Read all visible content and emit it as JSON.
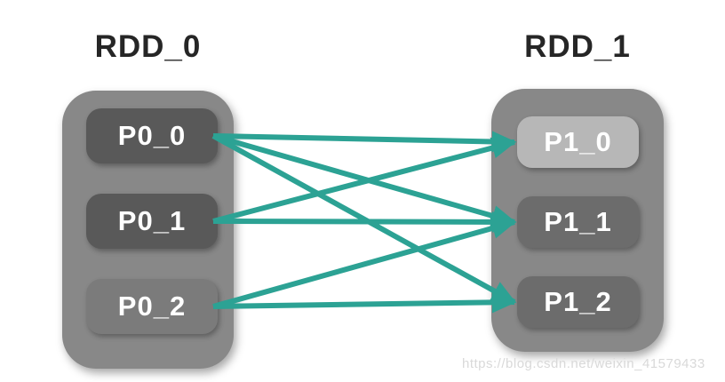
{
  "diagram": {
    "rdds": [
      {
        "title": "RDD_0",
        "partitions": [
          {
            "id": "P0_0",
            "label": "P0_0",
            "variant": "dark"
          },
          {
            "id": "P0_1",
            "label": "P0_1",
            "variant": "dark"
          },
          {
            "id": "P0_2",
            "label": "P0_2",
            "variant": "medium"
          }
        ]
      },
      {
        "title": "RDD_1",
        "partitions": [
          {
            "id": "P1_0",
            "label": "P1_0",
            "variant": "light"
          },
          {
            "id": "P1_1",
            "label": "P1_1",
            "variant": "medium-dark"
          },
          {
            "id": "P1_2",
            "label": "P1_2",
            "variant": "medium-dark"
          }
        ]
      }
    ],
    "edges": [
      {
        "from": "P0_0",
        "to": "P1_0"
      },
      {
        "from": "P0_0",
        "to": "P1_1"
      },
      {
        "from": "P0_0",
        "to": "P1_2"
      },
      {
        "from": "P0_1",
        "to": "P1_0"
      },
      {
        "from": "P0_1",
        "to": "P1_1"
      },
      {
        "from": "P0_2",
        "to": "P1_1"
      },
      {
        "from": "P0_2",
        "to": "P1_2"
      }
    ],
    "colors": {
      "arrow": "#2ca294",
      "container": "#888888",
      "partition_dark": "#595959",
      "partition_medium": "#7b7b7b",
      "partition_medium_dark": "#6c6c6c",
      "partition_light": "#b7b7b7",
      "title_text": "#262626",
      "partition_text": "#ffffff"
    }
  },
  "watermark": "https://blog.csdn.net/weixin_41579433"
}
